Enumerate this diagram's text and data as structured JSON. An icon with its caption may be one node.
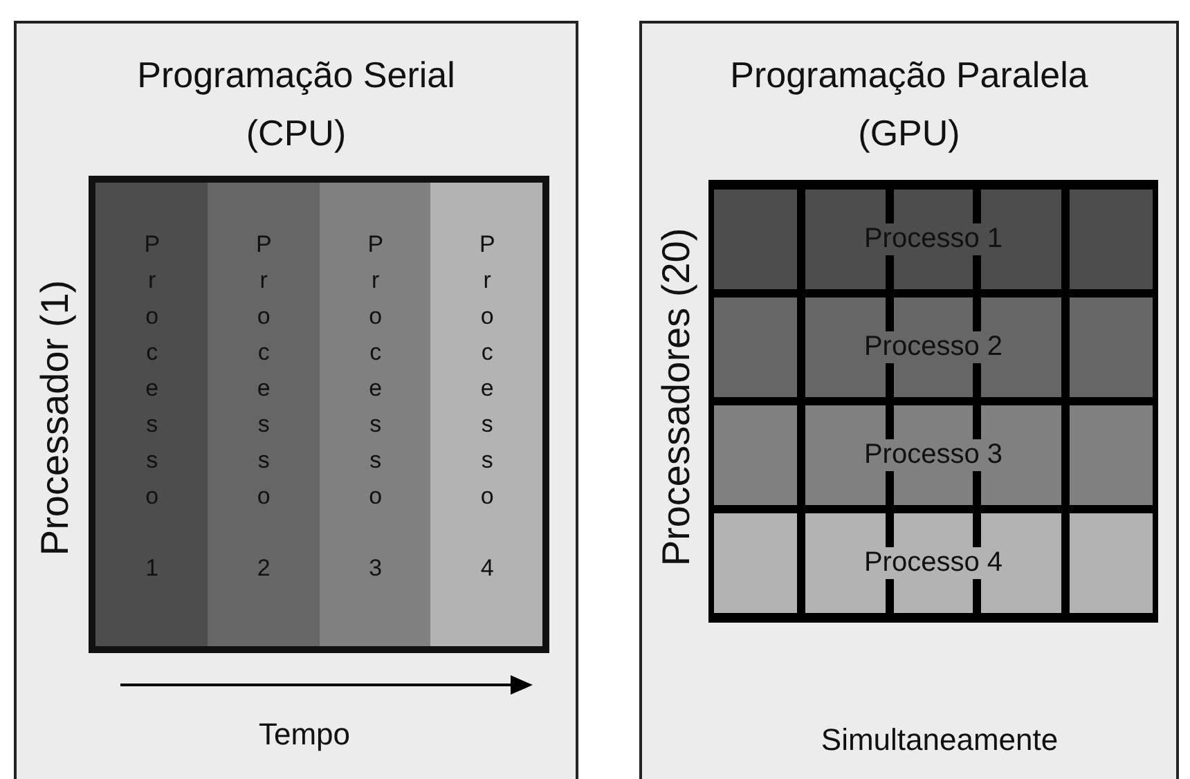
{
  "diagram": {
    "nodes": [
      {
        "text": [
          "Programação Serial (CPU)"
        ]
      },
      {
        "text": [],
        "shape": "box",
        "in": 0
      },
      {
        "text": [
          "Processo 1"
        ],
        "in": 1
      },
      {
        "text": [
          "Processo 2"
        ],
        "in": 1
      },
      {
        "text": [
          "Processo 3"
        ],
        "in": 1
      },
      {
        "text": [
          "Processo 4"
        ],
        "in": 1
      },
      {
        "text": [
          "Programação Paralela (GPU)"
        ]
      },
      {
        "text": [],
        "shape": "box",
        "in": 6
      },
      {
        "text": [
          "Processo 1"
        ],
        "in": 7
      },
      {
        "text": [
          "Processo 2"
        ],
        "in": 7
      },
      {
        "text": [
          "Processo 3"
        ],
        "in": 7
      },
      {
        "text": [
          "Processo 4"
        ],
        "in": 7
      }
    ],
    "edges": [],
    "labels": [
      "Processador (1)",
      "Tempo",
      "Processadores (20)",
      "Simultaneamente"
    ]
  }
}
